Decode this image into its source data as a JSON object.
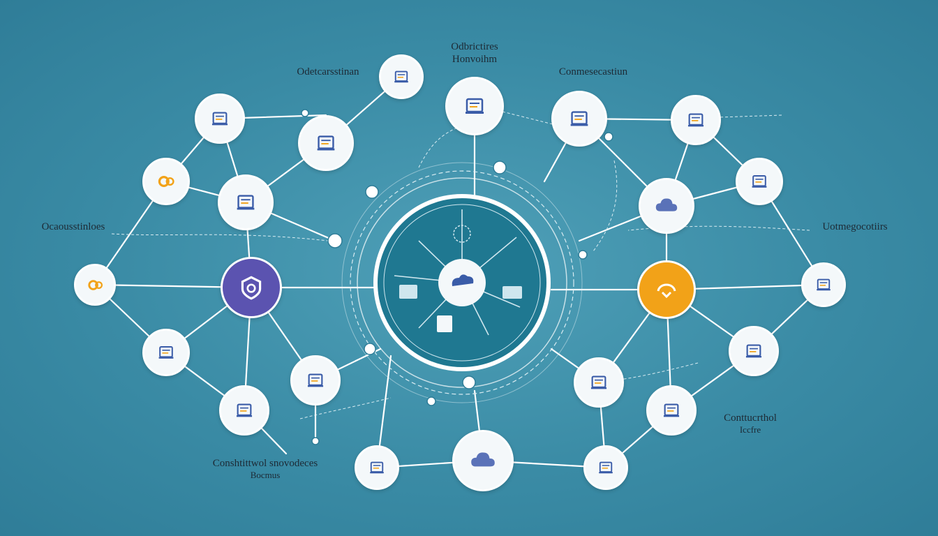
{
  "colors": {
    "background": "#3a8ba5",
    "line": "#ffffff",
    "hub": "#1f7891",
    "node": "#f4f8fa",
    "accent_purple": "#5b53b0",
    "accent_orange": "#f2a218",
    "icon_blue": "#3a5ca8"
  },
  "labels": {
    "top_center": {
      "line1": "Odbrictires",
      "line2": "Honvoihm"
    },
    "top_left": "Odetcarsstinan",
    "top_right": "Conmesecastiun",
    "left": "Ocaousstinloes",
    "right": "Uotmegocotiirs",
    "bottom_left": {
      "line1": "Conshtittwol  snovodeces",
      "line2": "Bocmus"
    },
    "bottom_right": {
      "line1": "Conttucrthol",
      "line2": "Iccfre"
    }
  },
  "icons": {
    "hub": "cloud-icon",
    "nodes": [
      "document-icon",
      "presentation-icon",
      "chat-icon",
      "laptop-icon",
      "monitor-icon",
      "printer-icon",
      "gear-icon",
      "screen-icon",
      "cloud-user-icon",
      "key-icon",
      "shield-icon",
      "flag-icon",
      "book-icon",
      "folder-icon",
      "tablet-icon",
      "cloud-icon",
      "chat-icon",
      "person-icon",
      "lock-icon",
      "file-icon"
    ]
  }
}
